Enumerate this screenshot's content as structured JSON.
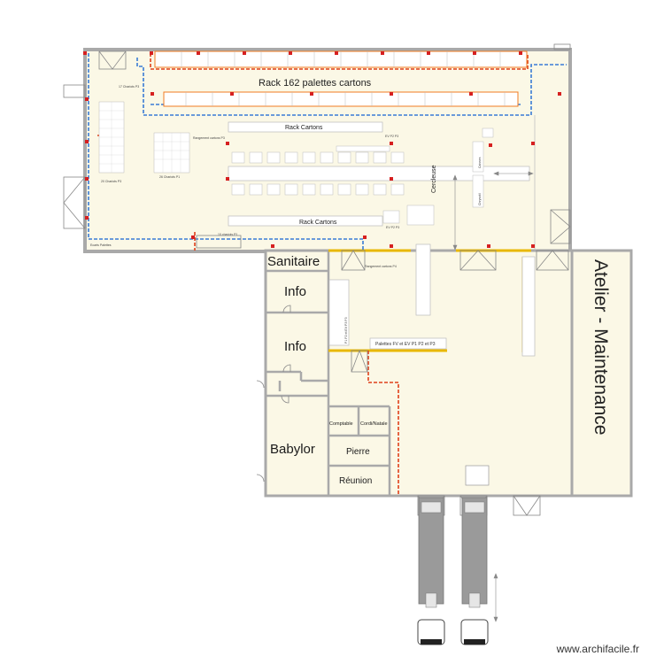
{
  "labels": {
    "rack_top": "Rack 162 palettes cartons",
    "rack_cartons_1": "Rack Cartons",
    "rack_cartons_2": "Rack Cartons",
    "chariots_17": "17 Chariots P3",
    "chariots_20": "20 Chariots P3",
    "chariots_26": "26 Chariots P1",
    "chariots_10": "10 chariots P1",
    "ev_p2_p3_top": "EV P2 P3",
    "ev_p2_p3_bottom": "EV P2 P3",
    "cercleuse": "Cercleuse",
    "caisses": "Caisses",
    "chrysotil": "Chrysotil",
    "ecarts_palettes": "Ecarts Palettes",
    "palettes_fv": "Palettes FV et EV P1 P2 et P3",
    "p3_column": "P1 P2 et EV P3 P3",
    "sanitaire": "Sanitaire",
    "info_1": "Info",
    "info_2": "Info",
    "babylor": "Babylor",
    "comptable": "Comptable",
    "coordinatrice": "Cordi/Natale",
    "pierre": "Pierre",
    "reunion": "Réunion",
    "atelier": "Atelier - Maintenance",
    "rangement": "Rangement cartons P3",
    "rangement_2": "Rangement cartons P4"
  },
  "watermark": "www.archifacile.fr",
  "colors": {
    "floor": "#fbf8e6",
    "wall": "#a9a9a9",
    "blue_path": "#3a7bd5",
    "red_path": "#e0401a",
    "orange_rack": "#f07b21",
    "yellow_line": "#e8b800",
    "pillar": "#d62020"
  }
}
